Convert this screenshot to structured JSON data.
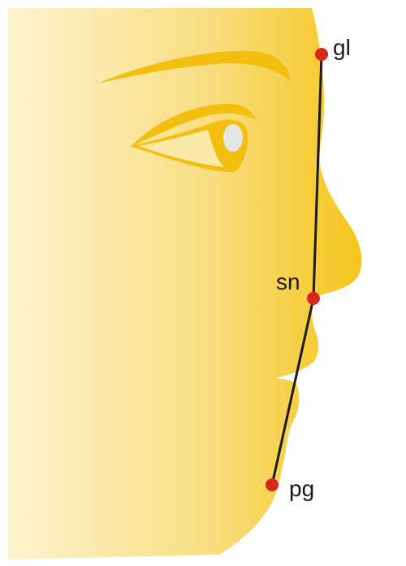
{
  "colors": {
    "skin_light": "#fdf3cf",
    "skin_mid": "#f8df84",
    "skin_dark": "#f6c51c",
    "feature_accent": "#f2bf10",
    "eye_highlight": "#e6e6e6",
    "line": "#1a1a1a",
    "landmark": "#d7261c"
  },
  "landmarks": [
    {
      "id": "gl",
      "label": "gl"
    },
    {
      "id": "sn",
      "label": "sn"
    },
    {
      "id": "pg",
      "label": "pg"
    }
  ]
}
